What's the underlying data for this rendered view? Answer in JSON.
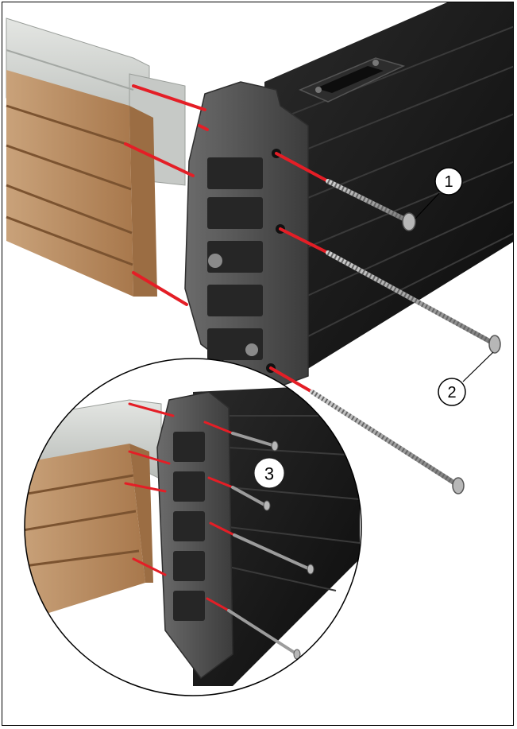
{
  "figure": {
    "callouts": [
      {
        "id": "1",
        "label": "1"
      },
      {
        "id": "2",
        "label": "2"
      },
      {
        "id": "3",
        "label": "3"
      }
    ],
    "colors": {
      "guide_line": "#e41e26",
      "profile_black": "#141414",
      "connector_grey": "#4a4a4a",
      "wood": "#b98c5f",
      "rail_grey": "#d3d6d3",
      "screw": "#9c9c9c"
    }
  }
}
